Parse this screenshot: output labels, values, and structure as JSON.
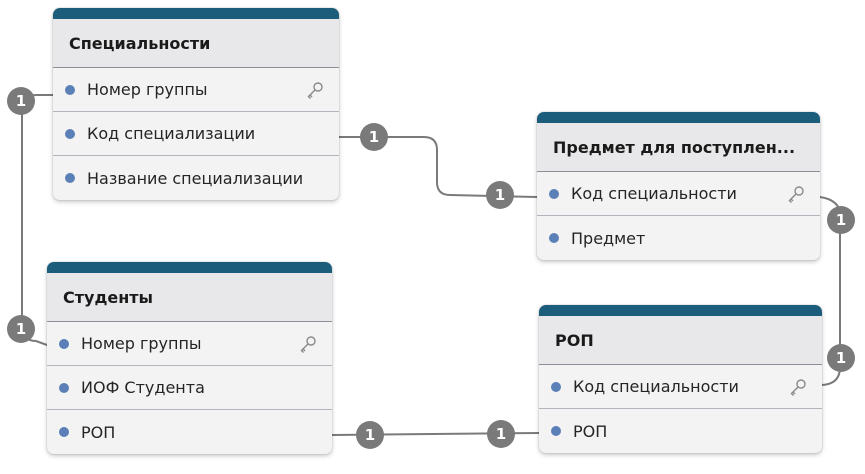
{
  "tables": [
    {
      "id": "specialties",
      "title": "Специальности",
      "fields": [
        {
          "label": "Номер группы",
          "key": true
        },
        {
          "label": "Код специализации",
          "key": false
        },
        {
          "label": "Название специализации",
          "key": false
        }
      ]
    },
    {
      "id": "admission-subject",
      "title": "Предмет для поступлен...",
      "fields": [
        {
          "label": "Код специальности",
          "key": true
        },
        {
          "label": "Предмет",
          "key": false
        }
      ]
    },
    {
      "id": "students",
      "title": "Студенты",
      "fields": [
        {
          "label": "Номер группы",
          "key": true
        },
        {
          "label": "ИОФ Студента",
          "key": false
        },
        {
          "label": "РОП",
          "key": false
        }
      ]
    },
    {
      "id": "rop",
      "title": "РОП",
      "fields": [
        {
          "label": "Код специальности",
          "key": true
        },
        {
          "label": "РОП",
          "key": false
        }
      ]
    }
  ],
  "relationships": [
    {
      "from": "Специальности.Номер группы",
      "to": "Студенты.Номер группы",
      "from_cardinality": "1",
      "to_cardinality": "1"
    },
    {
      "from": "Специальности.Код специализации",
      "to": "Предмет для поступлен....Код специальности",
      "from_cardinality": "1",
      "to_cardinality": "1"
    },
    {
      "from": "Предмет для поступлен....Код специальности",
      "to": "РОП.Код специальности",
      "from_cardinality": "1",
      "to_cardinality": "1"
    },
    {
      "from": "Студенты.РОП",
      "to": "РОП.РОП",
      "from_cardinality": "1",
      "to_cardinality": "1"
    }
  ],
  "colors": {
    "header_bar": "#1c5d7b",
    "field_dot": "#5b7fb7",
    "connector": "#7a7a7a",
    "badge": "#7a7a7a"
  }
}
